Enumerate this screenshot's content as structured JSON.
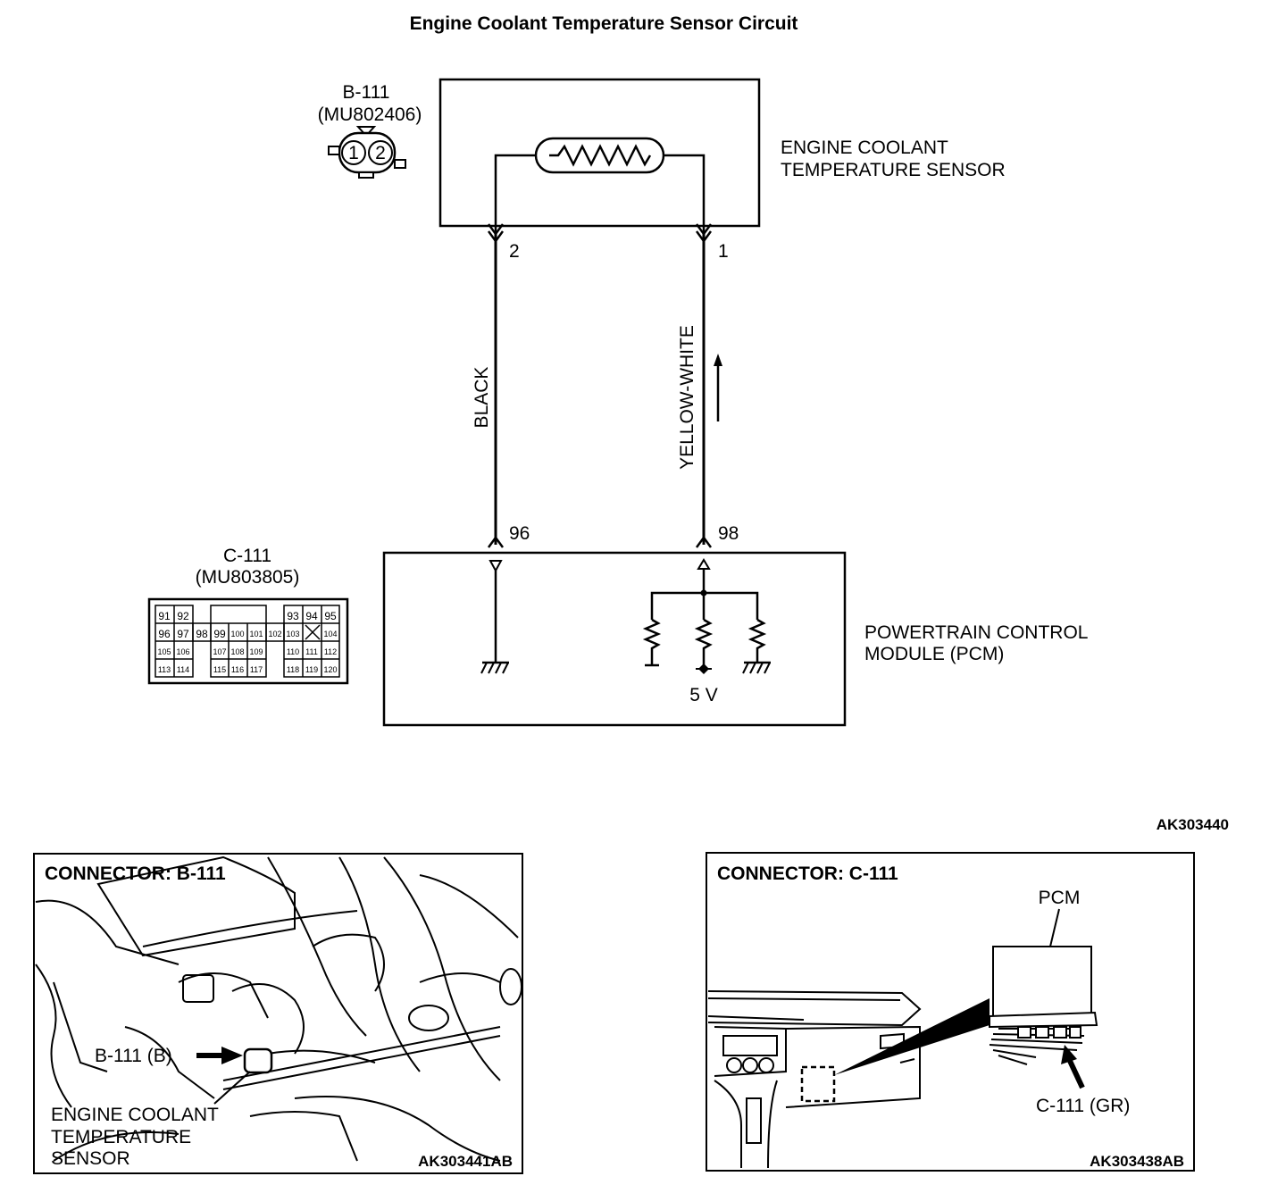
{
  "title": "Engine Coolant Temperature Sensor Circuit",
  "connector_b111": {
    "id": "B-111",
    "part": "(MU802406)",
    "pins": [
      "1",
      "2"
    ]
  },
  "connector_c111": {
    "id": "C-111",
    "part": "(MU803805)",
    "pins": {
      "row1": [
        "91",
        "92",
        "93",
        "94",
        "95"
      ],
      "row2": [
        "96",
        "97",
        "98",
        "99",
        "100",
        "101",
        "102",
        "103",
        "104"
      ],
      "row3": [
        "105",
        "106",
        "107",
        "108",
        "109",
        "110",
        "111",
        "112"
      ],
      "row4": [
        "113",
        "114",
        "115",
        "116",
        "117",
        "118",
        "119",
        "120"
      ]
    }
  },
  "sensor": {
    "label_line1": "ENGINE COOLANT",
    "label_line2": "TEMPERATURE SENSOR",
    "pin_left": "2",
    "pin_right": "1"
  },
  "wires": {
    "left_color": "BLACK",
    "right_color": "YELLOW-WHITE"
  },
  "pcm": {
    "label_line1": "POWERTRAIN CONTROL",
    "label_line2": "MODULE (PCM)",
    "pin_left": "96",
    "pin_right": "98",
    "voltage": "5 V"
  },
  "figure_code_main": "AK303440",
  "panel_left": {
    "header": "CONNECTOR: B-111",
    "callout": "B-111 (B)",
    "label_line1": "ENGINE COOLANT",
    "label_line2": "TEMPERATURE",
    "label_line3": "SENSOR",
    "code": "AK303441AB"
  },
  "panel_right": {
    "header": "CONNECTOR: C-111",
    "pcm_label": "PCM",
    "callout": "C-111 (GR)",
    "code": "AK303438AB"
  }
}
